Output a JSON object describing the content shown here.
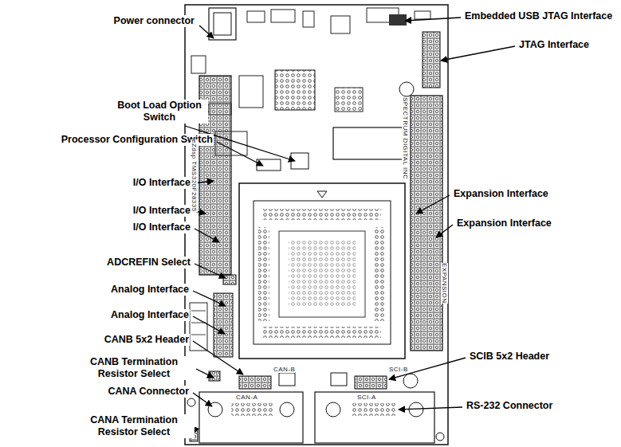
{
  "diagram": {
    "labels": [
      "Power connector",
      "Boot Load Option Switch",
      "Processor Configuration Switch",
      "I/O Interface",
      "I/O Interface",
      "I/O Interface",
      "ADCREFIN Select",
      "Analog Interface",
      "Analog Interface",
      "CANB 5x2 Header",
      "CANB Termination Resistor Select",
      "CANA Connector",
      "CANA Termination Resistor Select",
      "Embedded USB JTAG Interface",
      "JTAG Interface",
      "Expansion Interface",
      "Expansion Interface",
      "SCIB 5x2 Header",
      "RS-232 Connector",
      "eZdsp TMS320F28335",
      "SPECTRUM DIGITAL INC",
      "EXPANSION",
      "CAN-A",
      "SCI-A",
      "CAN-B",
      "SCI-B"
    ]
  }
}
